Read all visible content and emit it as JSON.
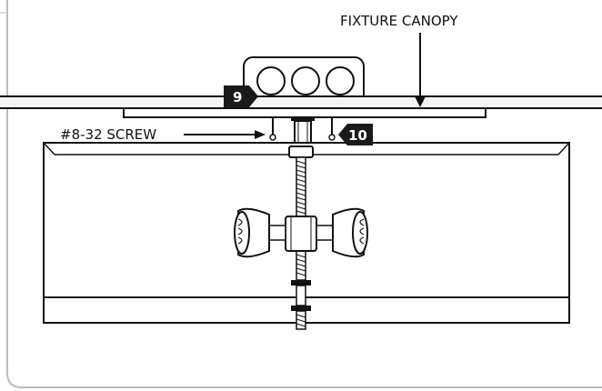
{
  "labels": {
    "fixture_canopy": "FIXTURE CANOPY",
    "screw": "#8-32 SCREW"
  },
  "steps": {
    "step_a": "9",
    "step_b": "10"
  },
  "colors": {
    "line": "#111111",
    "badge": "#1a1a1a",
    "frame": "#bbbbbb",
    "ceiling_fill": "#f4f4f4"
  },
  "icons": [
    "outlet-box-icon",
    "mounting-plate-icon",
    "threaded-rod-icon",
    "light-socket-icon",
    "screw-icon"
  ]
}
